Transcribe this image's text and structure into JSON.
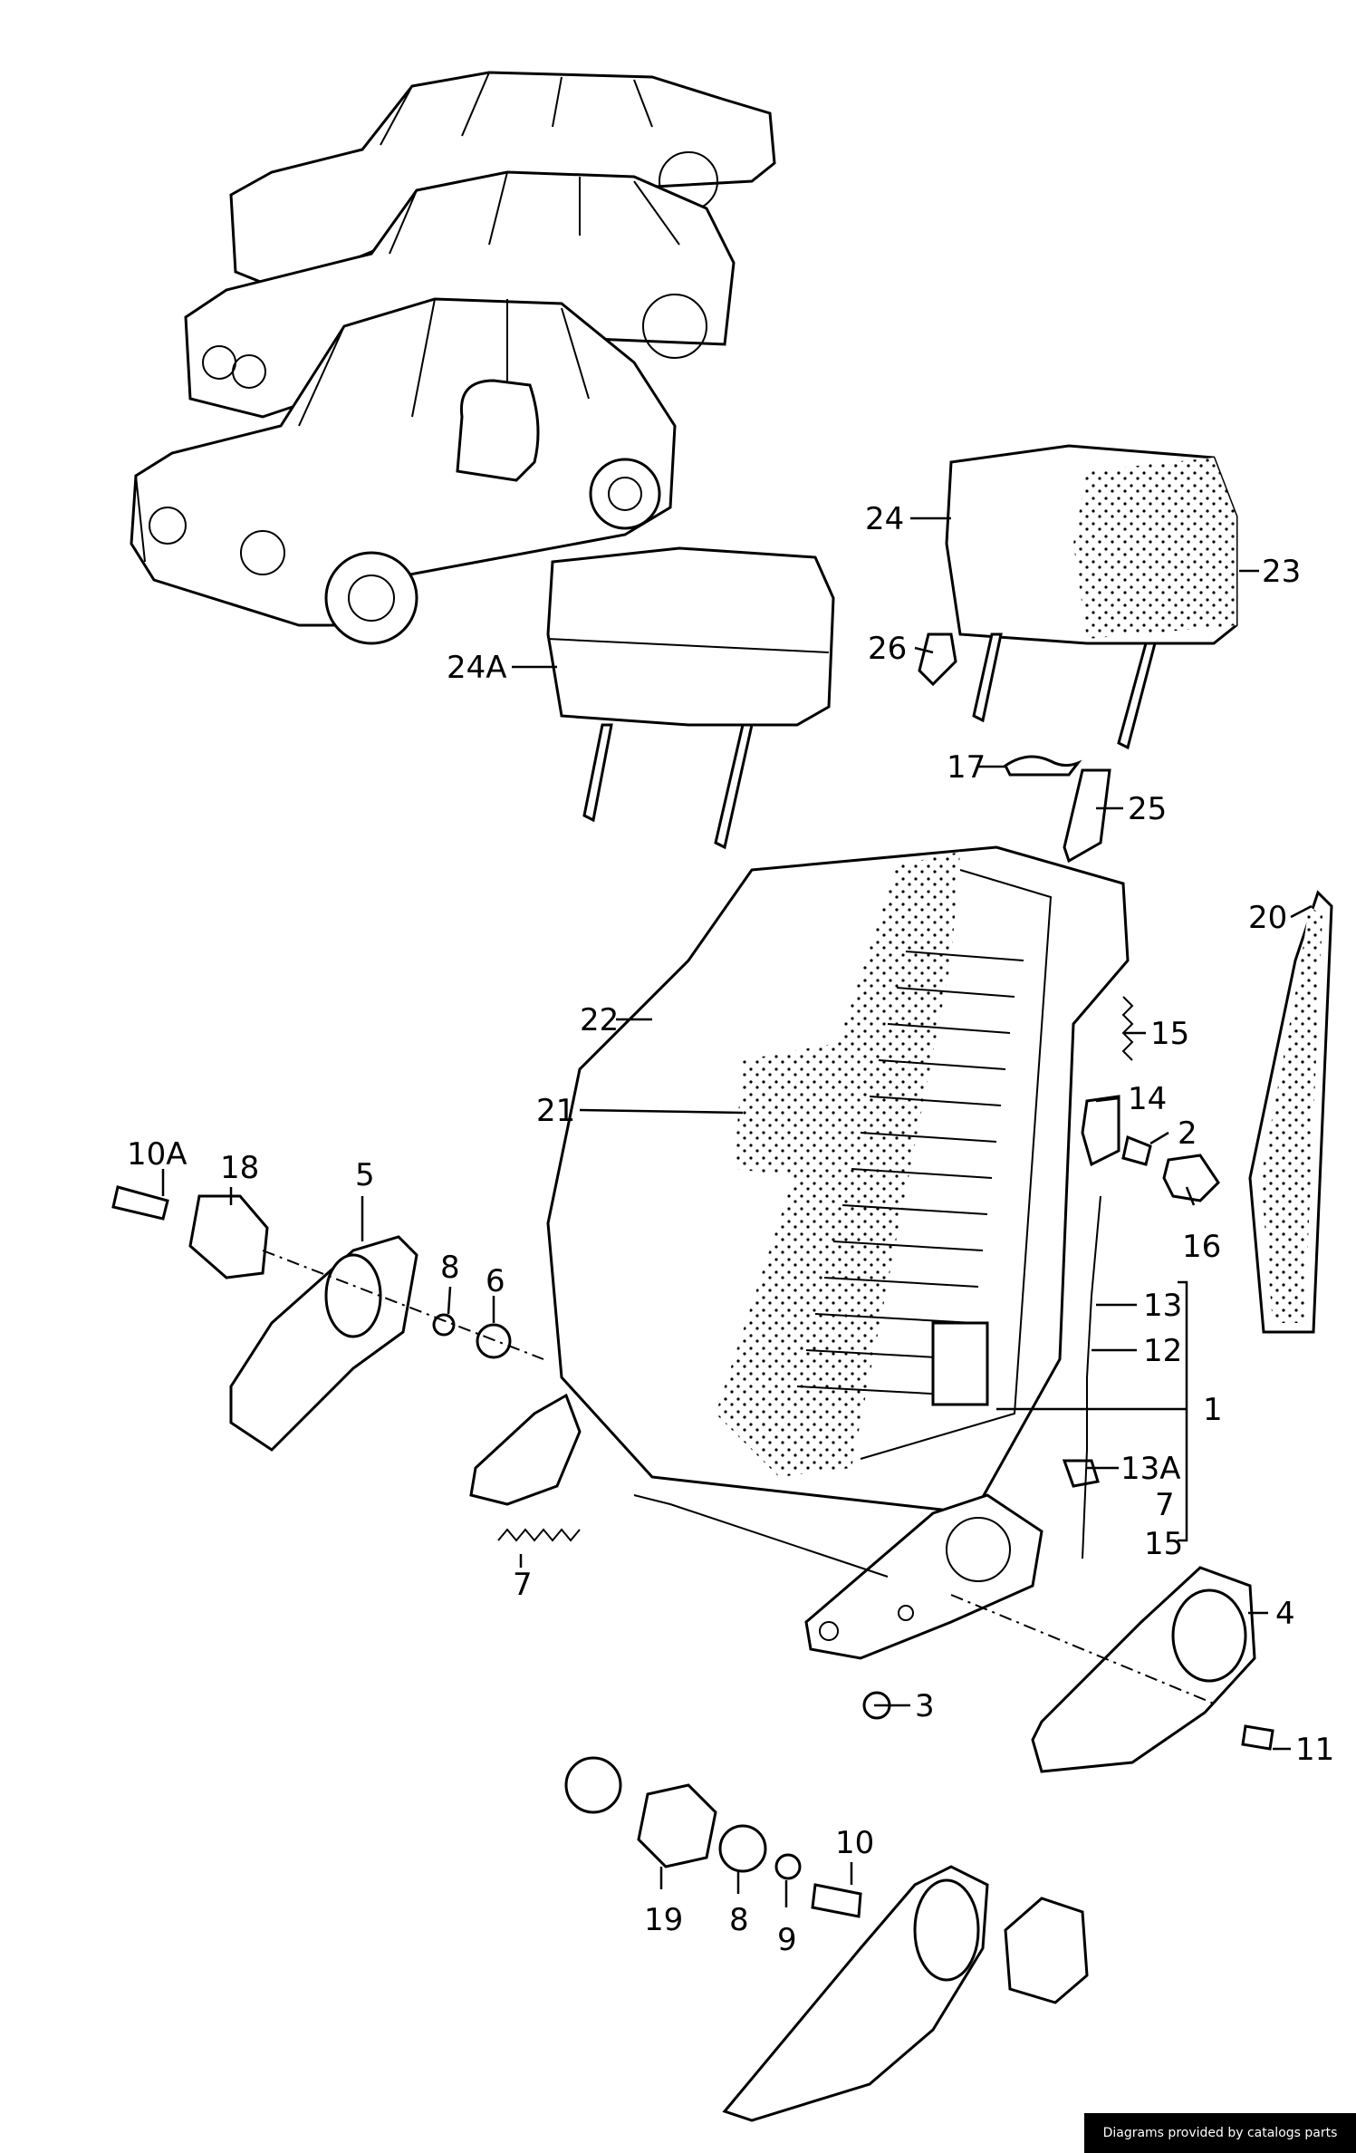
{
  "credit": "Diagrams provided by catalogs parts",
  "callouts": {
    "c1": "1",
    "c2": "2",
    "c3": "3",
    "c4": "4",
    "c5": "5",
    "c6": "6",
    "c7a": "7",
    "c7b": "7",
    "c8a": "8",
    "c8b": "8",
    "c9": "9",
    "c10": "10",
    "c10A": "10A",
    "c11": "11",
    "c12": "12",
    "c13": "13",
    "c13A": "13A",
    "c14": "14",
    "c15a": "15",
    "c15b": "15",
    "c16": "16",
    "c17": "17",
    "c18": "18",
    "c19": "19",
    "c20": "20",
    "c21": "21",
    "c22": "22",
    "c23": "23",
    "c24": "24",
    "c24A": "24A",
    "c25": "25",
    "c26": "26"
  }
}
